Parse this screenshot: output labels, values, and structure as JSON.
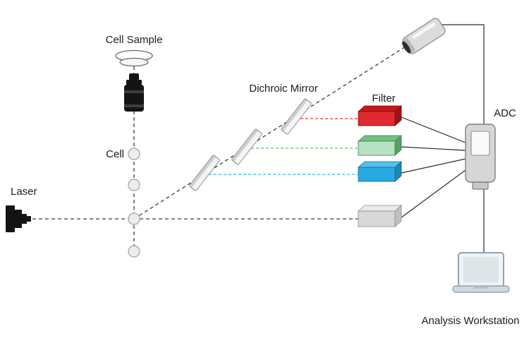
{
  "labels": {
    "cell_sample": "Cell Sample",
    "cell": "Cell",
    "laser": "Laser",
    "dichroic_mirror": "Dichroic Mirror",
    "filter": "Filter",
    "adc": "ADC",
    "analysis_workstation": "Analysis Workstation"
  },
  "colors": {
    "beam": "#3a3a3a",
    "beam_red": "#ef5350",
    "beam_green": "#81c784",
    "beam_cyan": "#4fc3f7",
    "filter_red_front": "#e02a2f",
    "filter_red_top": "#c2181d",
    "filter_red_side": "#9d1216",
    "filter_green_front": "#b7e1c0",
    "filter_green_top": "#72c184",
    "filter_green_side": "#55a066",
    "filter_blue_front": "#29a9e1",
    "filter_blue_top": "#54c0ea",
    "filter_blue_side": "#1d87b5",
    "detector_gray_front": "#d8d8d8",
    "detector_gray_top": "#eaeaea",
    "detector_gray_side": "#c0c0c0"
  }
}
